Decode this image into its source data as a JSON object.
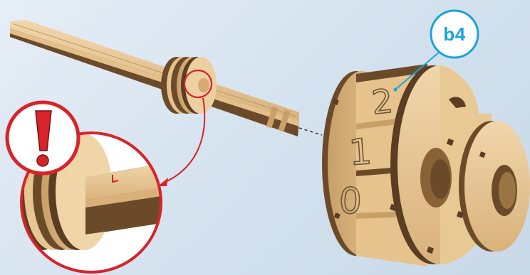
{
  "diagram": {
    "part_label": "b4",
    "wheel_digits": [
      "2",
      "1",
      "0"
    ],
    "warning_icon": "exclamation-mark-icon",
    "colors": {
      "background": "#d9e5f0",
      "wood_light": "#e9c99a",
      "wood_mid": "#d7b07c",
      "wood_dark": "#6b4a2a",
      "callout_accent": "#1aa3dc",
      "warning_red": "#d6242a"
    }
  }
}
